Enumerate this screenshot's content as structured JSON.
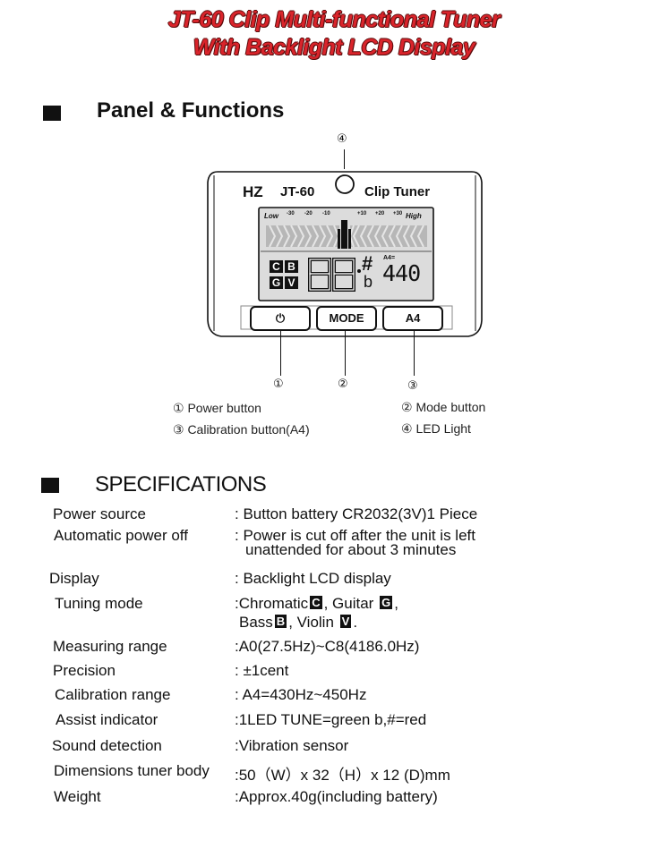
{
  "title": {
    "line1": "JT-60 Clip Multi-functional Tuner",
    "line2": "With Backlight LCD Display"
  },
  "panel_section": {
    "heading": "Panel & Functions"
  },
  "tuner": {
    "brand_logo": "HZ",
    "model": "JT-60",
    "name": "Clip Tuner",
    "scale": {
      "low": "Low",
      "high": "High",
      "ticks": [
        "-30",
        "-20",
        "-10",
        "+10",
        "+20",
        "+30"
      ]
    },
    "mode_letters": [
      "C",
      "B",
      "G",
      "V"
    ],
    "note_display": "8B",
    "sharp": "#",
    "flat": "b",
    "a4_label": "A4=",
    "a4_value": "440",
    "buttons": {
      "power": "⏻",
      "mode": "MODE",
      "a4": "A4"
    }
  },
  "callouts": {
    "c1": "①",
    "c2": "②",
    "c3": "③",
    "c4": "④"
  },
  "legend": {
    "item1": "①  Power  button",
    "item2": "② Mode button",
    "item3": "③  Calibration button(A4)",
    "item4": "④ LED Light"
  },
  "spec_section": {
    "heading": "SPECIFICATIONS"
  },
  "specs": [
    {
      "label": "Power source",
      "value": ": Button battery CR2032(3V)1 Piece"
    },
    {
      "label": "Automatic power off",
      "value": ": Power is cut off after the unit is left",
      "value2": "unattended for about 3 minutes"
    },
    {
      "label": "Display",
      "value": ": Backlight LCD display"
    },
    {
      "label": "Tuning  mode",
      "value": ":Chromatic",
      "badge_c": "C",
      "v_guitar": ", Guitar",
      "badge_g": "G",
      "v_end1": ",",
      "v_bass": "Bass",
      "badge_b": "B",
      "v_violin": ", Violin",
      "badge_v": "V",
      "v_end2": "."
    },
    {
      "label": "Measuring range",
      "value": ":A0(27.5Hz)~C8(4186.0Hz)"
    },
    {
      "label": "Precision",
      "value": ": ±1cent"
    },
    {
      "label": "Calibration range",
      "value": ": A4=430Hz~450Hz"
    },
    {
      "label": "Assist indicator",
      "value": ":1LED TUNE=green   b,#=red"
    },
    {
      "label": "Sound detection",
      "value": ":Vibration sensor"
    },
    {
      "label": "Dimensions tuner body",
      "value": ":50（W）x 32（H）x 12 (D)mm"
    },
    {
      "label": "Weight",
      "value": ":Approx.40g(including battery)"
    }
  ]
}
